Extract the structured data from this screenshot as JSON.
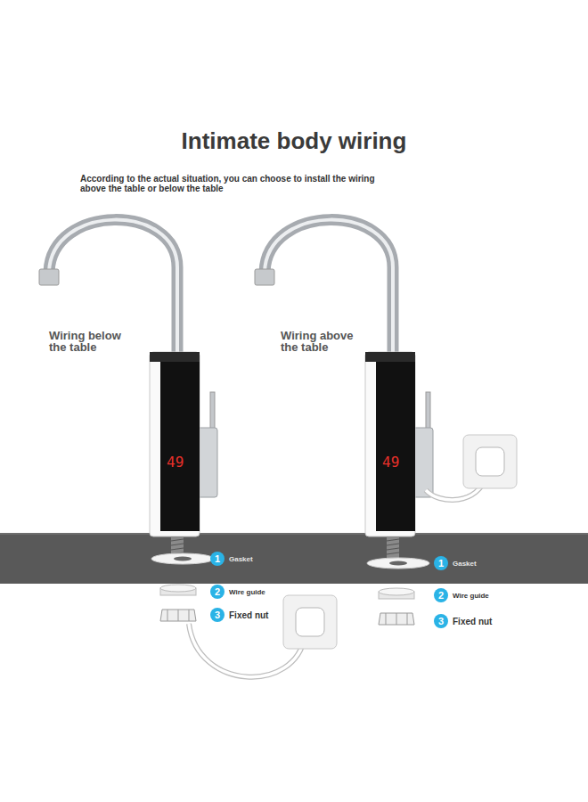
{
  "diagram": {
    "title": "Intimate body wiring",
    "nodes": [
      {
        "text": [
          "1",
          "Gasket"
        ]
      },
      {
        "text": [
          "2",
          "Wire guide"
        ]
      },
      {
        "text": [
          "3",
          "Fixed nut"
        ]
      },
      {
        "text": [
          "1",
          "Gasket"
        ]
      },
      {
        "text": [
          "2",
          "Wire guide"
        ]
      },
      {
        "text": [
          "3",
          "Fixed nut"
        ]
      }
    ],
    "labels": [
      "According to the actual situation, you can choose to install the wiring above the table or below the table",
      "Wiring below the table",
      "Wiring above the table",
      "49",
      "49"
    ]
  }
}
